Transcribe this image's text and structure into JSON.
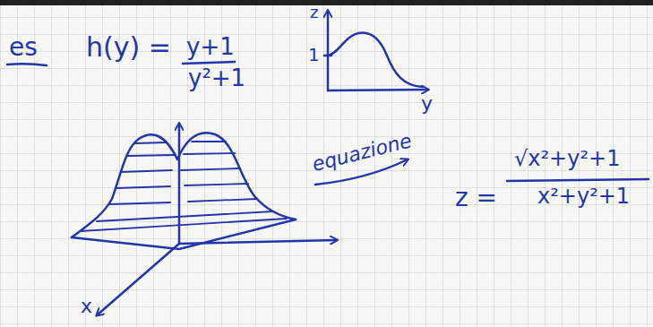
{
  "diagram": {
    "labels": [
      "es",
      "h(y) =",
      "y+1",
      "y²+1",
      "z",
      "1",
      "y",
      "x",
      "equazione",
      "z =",
      "√x²+y²+1",
      "x²+y²+1"
    ]
  }
}
